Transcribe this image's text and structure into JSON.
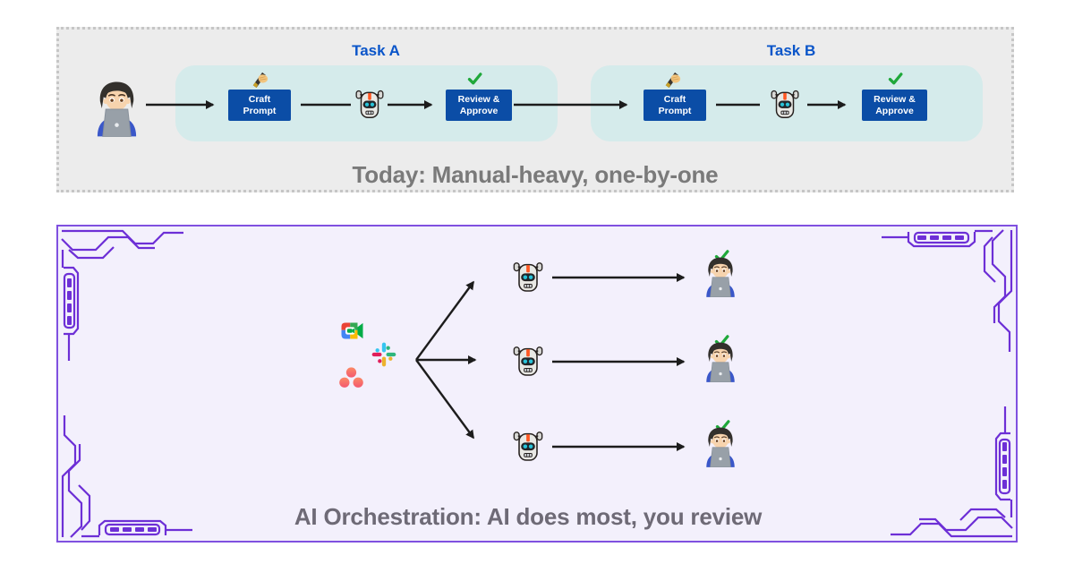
{
  "today_panel": {
    "caption": "Today: Manual-heavy, one-by-one",
    "actor_icon": "technologist-icon",
    "tasks": [
      {
        "title": "Task A",
        "craft_label": "Craft Prompt",
        "craft_icon": "writing-hand-icon",
        "agent_icon": "robot-icon",
        "review_label": "Review & Approve",
        "review_icon": "check-icon"
      },
      {
        "title": "Task B",
        "craft_label": "Craft Prompt",
        "craft_icon": "writing-hand-icon",
        "agent_icon": "robot-icon",
        "review_label": "Review & Approve",
        "review_icon": "check-icon"
      }
    ],
    "colors": {
      "panel_bg": "#ececec",
      "panel_border": "#c6c6c6",
      "task_bg": "#d5ebeb",
      "button_bg": "#0b4da6",
      "button_text": "#ffffff",
      "title_text": "#0a55c9",
      "caption_text": "#7a7a7a",
      "arrow": "#1c1c1c"
    }
  },
  "ai_panel": {
    "caption": "AI Orchestration: AI does most, you review",
    "tool_icons": [
      "google-meet-icon",
      "slack-icon",
      "asana-icon"
    ],
    "rows": 3,
    "row_icons": [
      "robot-icon",
      "technologist-icon",
      "check-icon"
    ],
    "colors": {
      "panel_bg": "#f3f0fc",
      "panel_border": "#8050e0",
      "corner_circuit": "#6d2fd6",
      "caption_text": "#6e6a76",
      "arrow": "#1c1c1c",
      "check_green": "#1fa83a"
    }
  }
}
